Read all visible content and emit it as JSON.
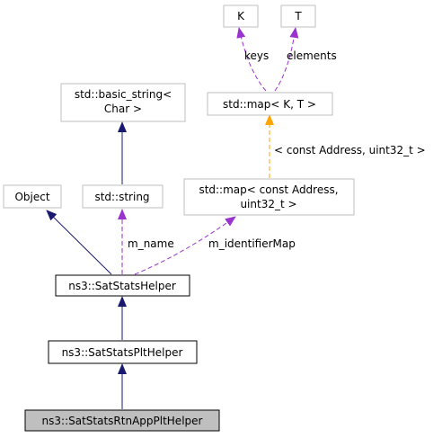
{
  "nodes": {
    "k": {
      "label": "K"
    },
    "t": {
      "label": "T"
    },
    "std_map_kt": {
      "label": "std::map< K, T >"
    },
    "basic_string": {
      "line1": "std::basic_string<",
      "line2": "Char >"
    },
    "object": {
      "label": "Object"
    },
    "std_string": {
      "label": "std::string"
    },
    "std_map_addr": {
      "line1": "std::map< const Address,",
      "line2": "uint32_t >"
    },
    "sat_stats_helper": {
      "label": "ns3::SatStatsHelper"
    },
    "sat_stats_plt_helper": {
      "label": "ns3::SatStatsPltHelper"
    },
    "sat_stats_rtn_app_plt_helper": {
      "label": "ns3::SatStatsRtnAppPltHelper"
    }
  },
  "edges": {
    "keys": "keys",
    "elements": "elements",
    "template_args": "< const Address, uint32_t >",
    "m_name": "m_name",
    "m_identifier_map": "m_identifierMap"
  },
  "colors": {
    "inheritance": "#191970",
    "usage": "#9a32cd",
    "template": "#ffa500",
    "node_border": "#bfbfbf",
    "current_fill": "#bfbfbf"
  }
}
